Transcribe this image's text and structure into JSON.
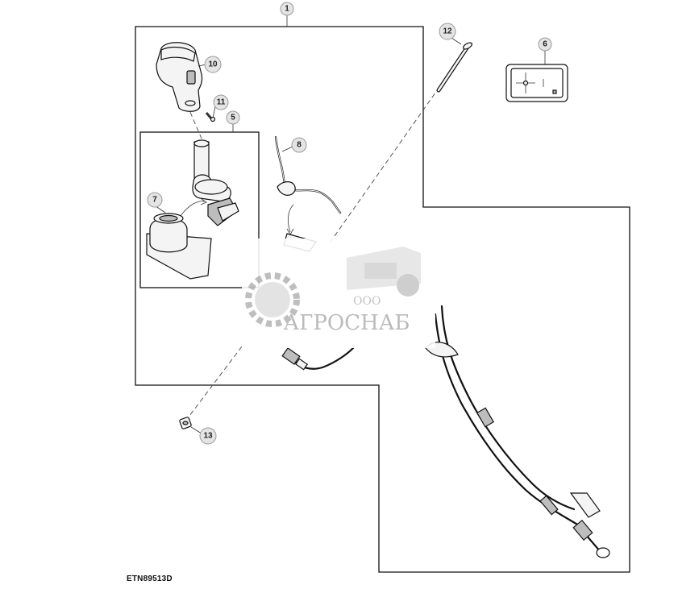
{
  "figure_id": "ETN89513D",
  "callouts": [
    "1",
    "5",
    "6",
    "7",
    "8",
    "10",
    "11",
    "12",
    "13"
  ],
  "watermark": {
    "prefix": "ООО",
    "name": "АГРОСНАБ"
  },
  "colors": {
    "line": "#111111",
    "callout_fill": "#e4e4e4",
    "watermark": "#c8c8c8"
  },
  "icons": [
    "joystick-handle",
    "shift-lever",
    "rubber-boot",
    "spring-clip",
    "screw",
    "bolt",
    "decal",
    "wiring-harness",
    "nut",
    "gear-logo"
  ]
}
